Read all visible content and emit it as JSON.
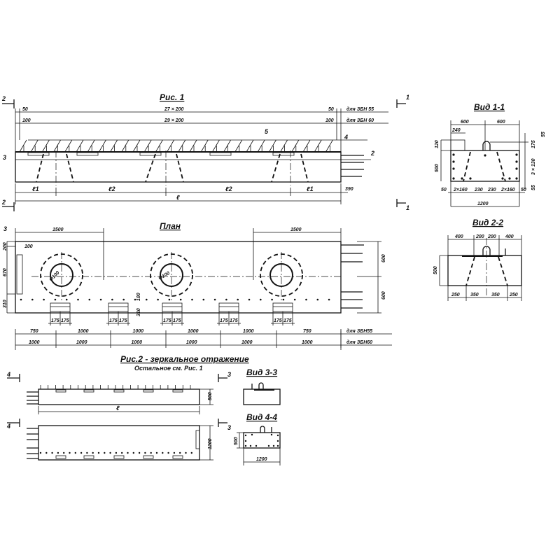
{
  "fig1": {
    "title": "Рис. 1",
    "dim_top_55": {
      "left": "50",
      "mid": "27 × 200",
      "right": "50",
      "note": "для ЗБН 55"
    },
    "dim_top_60": {
      "left": "100",
      "mid": "29 × 200",
      "right": "100",
      "note": "для ЗБН 60"
    },
    "spans": [
      "ℓ1",
      "ℓ2",
      "ℓ2",
      "ℓ1"
    ],
    "total": "ℓ",
    "overhang": "390",
    "callouts": {
      "c2": "2",
      "c3": "3",
      "c4": "4",
      "c5": "5"
    },
    "section_left": "2",
    "section_right": "1"
  },
  "view11": {
    "title": "Вид 1-1",
    "top": [
      "600",
      "600"
    ],
    "sub_top": "240",
    "left": [
      "120",
      "500"
    ],
    "right": [
      "175",
      "3 × 130",
      "55",
      "55"
    ],
    "bottom": [
      "50",
      "2×160",
      "230",
      "230",
      "2×160",
      "50"
    ],
    "total": "1200"
  },
  "view22": {
    "title": "Вид 2-2",
    "top": [
      "400",
      "200",
      "200",
      "400"
    ],
    "left": "500",
    "bottom": [
      "250",
      "350",
      "350",
      "250"
    ]
  },
  "plan": {
    "title": "План",
    "dim_1500_left": "1500",
    "dim_1500_right": "1500",
    "left": [
      "200",
      "100",
      "670",
      "310"
    ],
    "callout3": "3",
    "hole_labels": [
      "Ф100",
      "Ф100"
    ],
    "right": [
      "600",
      "600"
    ],
    "pad_dims": [
      "100",
      "310"
    ],
    "pad_labels": "175",
    "row55": [
      "750",
      "1000",
      "1000",
      "1000",
      "1000",
      "750"
    ],
    "row55_note": "для ЗБН55",
    "row60": [
      "1000",
      "1000",
      "1000",
      "1000",
      "1000",
      "1000"
    ],
    "row60_note": "для ЗБН60"
  },
  "fig2": {
    "title": "Рис.2 - зеркальное отражение",
    "subtitle": "Остальное см. Рис. 1",
    "height": "500",
    "length": "ℓ",
    "width": "1200",
    "sec4": "4",
    "sec3": "3"
  },
  "view33": {
    "title": "Вид 3-3"
  },
  "view44": {
    "title": "Вид 4-4",
    "left": "500",
    "bottom": "1200"
  }
}
